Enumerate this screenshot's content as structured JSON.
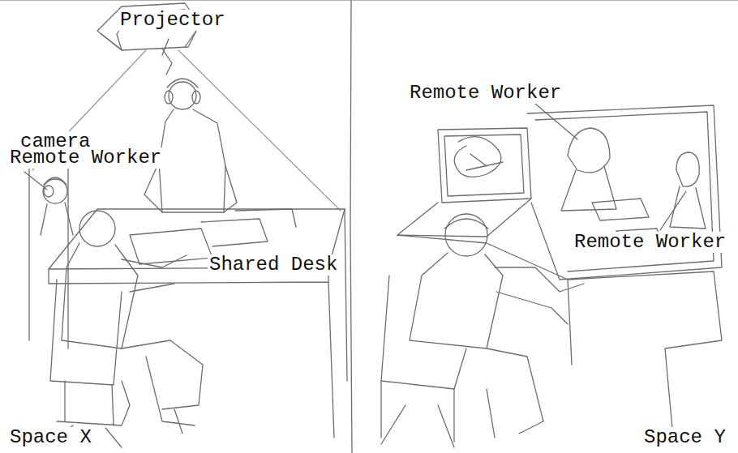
{
  "diagram": {
    "labels": [
      "Projector",
      "Remote Worker",
      "camera",
      "Remote Worker",
      "Remote Worker",
      "Shared Desk",
      "Space X",
      "Space Y"
    ]
  }
}
